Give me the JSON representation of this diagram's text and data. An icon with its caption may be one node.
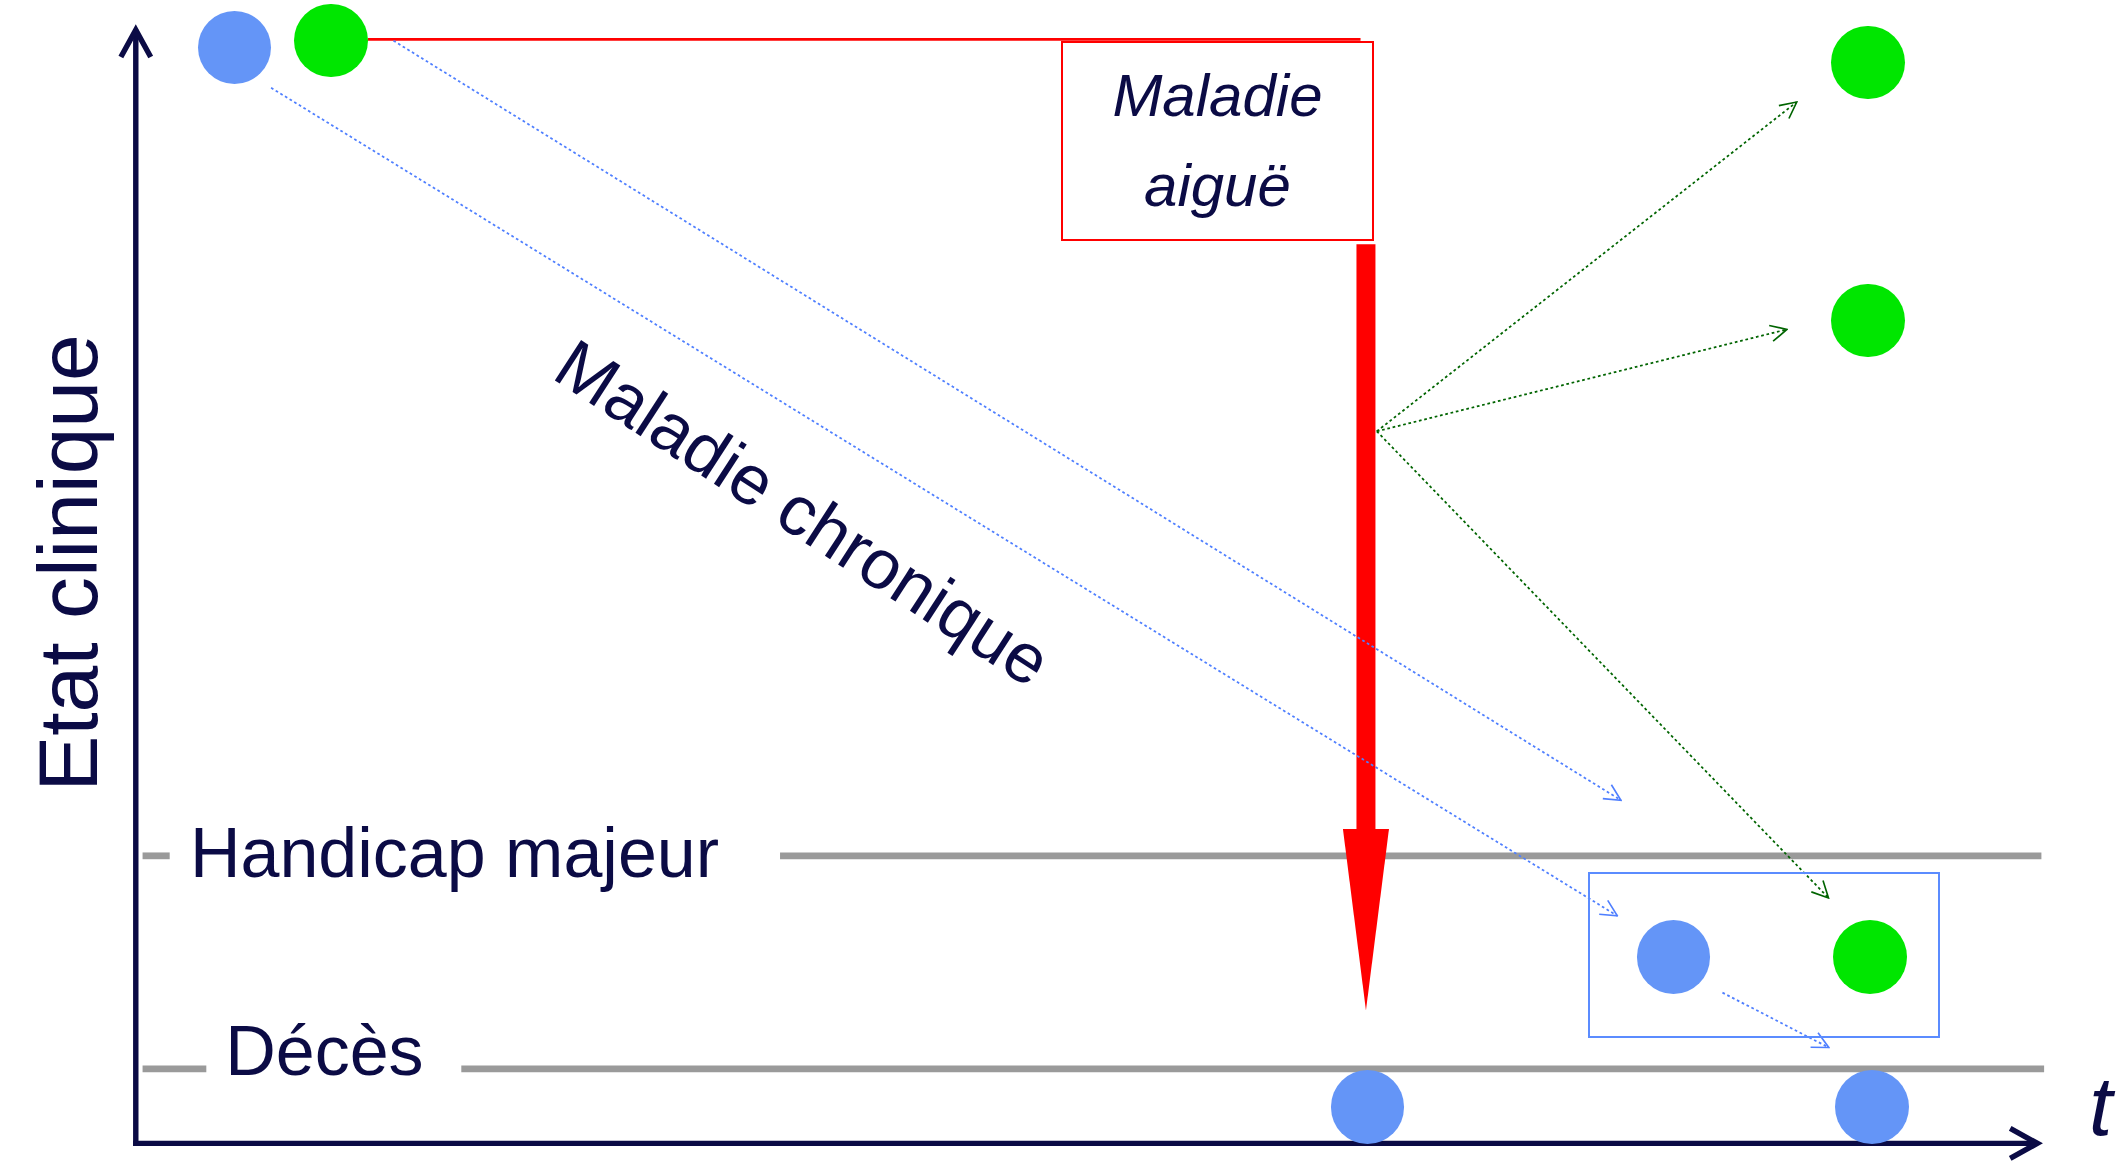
{
  "diagram": {
    "nodes": [
      {
        "text": [],
        "shape": "circle"
      },
      {
        "text": [],
        "shape": "circle"
      },
      {
        "text": [
          "Maladie aiguë"
        ]
      },
      {
        "text": [],
        "shape": "circle"
      },
      {
        "text": [],
        "shape": "circle"
      },
      {
        "text": [],
        "shape": "box"
      },
      {
        "text": [],
        "shape": "circle",
        "in": 5
      },
      {
        "text": [],
        "shape": "circle",
        "in": 5
      },
      {
        "text": [],
        "shape": "circle"
      },
      {
        "text": [],
        "shape": "circle"
      }
    ],
    "edges": [
      {
        "from": 1,
        "to": 2,
        "arrow": "none",
        "color": "#ff0000"
      },
      {
        "from": 2,
        "to": null,
        "arrow": "to",
        "style": "thick",
        "color": "#ff0000"
      },
      {
        "from": null,
        "to": 3,
        "arrow": "to",
        "style": "dashed",
        "color": "#006400"
      },
      {
        "from": null,
        "to": 4,
        "arrow": "to",
        "style": "dashed",
        "color": "#006400"
      },
      {
        "from": null,
        "to": 7,
        "arrow": "to",
        "style": "dashed",
        "color": "#006400"
      },
      {
        "from": 1,
        "to": null,
        "arrow": "to",
        "style": "dashed",
        "color": "#4f7fff"
      },
      {
        "from": 0,
        "to": 6,
        "arrow": "to",
        "style": "dashed",
        "color": "#4f7fff"
      },
      {
        "from": 6,
        "to": 9,
        "arrow": "to",
        "style": "dashed",
        "color": "#4f7fff"
      }
    ],
    "labels": [
      "Etat clinique",
      "Maladie chronique",
      "Handicap majeur",
      "Décès",
      "t"
    ]
  }
}
